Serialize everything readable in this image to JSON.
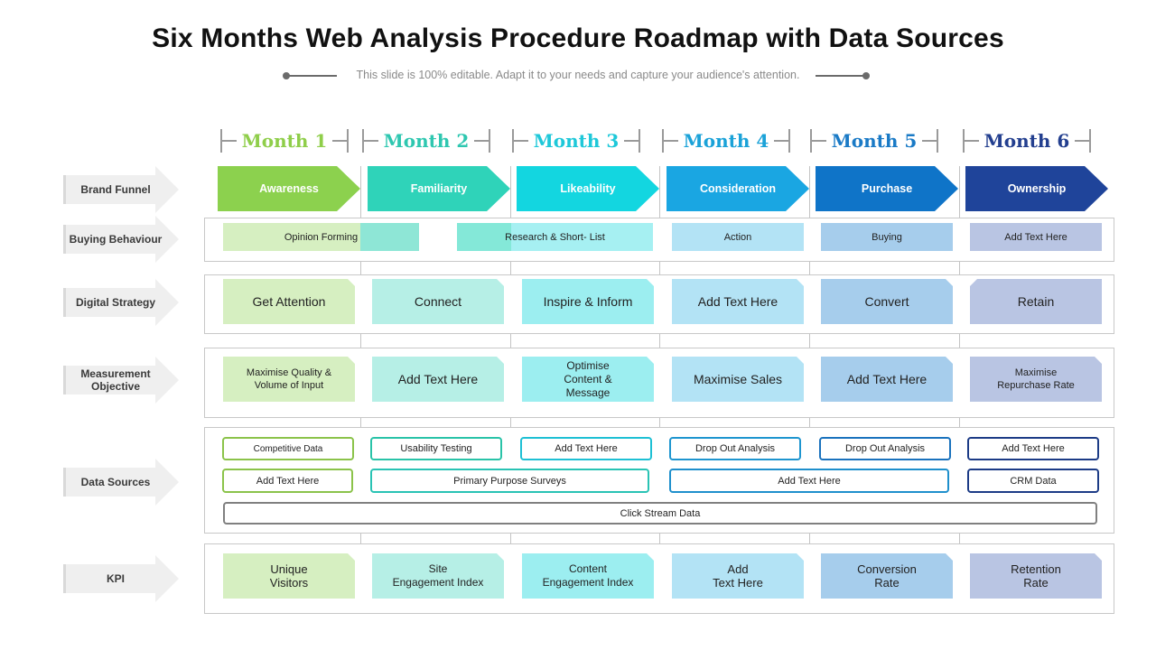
{
  "title": "Six Months Web Analysis Procedure Roadmap with Data Sources",
  "subtitle": "This slide is 100% editable. Adapt it to your needs and capture your audience's attention.",
  "colors": {
    "month_text": [
      "#8fce4a",
      "#2ec7b0",
      "#1ec8d9",
      "#1aa2d8",
      "#1a7ac6",
      "#233f8f"
    ],
    "chevron": [
      "#8cd14e",
      "#2fd3b9",
      "#13d6e0",
      "#1aa6e2",
      "#0f74c8",
      "#1f449a"
    ],
    "pastel": [
      "#d6efc1",
      "#b6efe6",
      "#9ceef0",
      "#b3e3f5",
      "#a6cdec",
      "#b9c5e3"
    ],
    "pill_border": [
      "#8bc34a",
      "#29c3a8",
      "#1ec0d4",
      "#1e95cf",
      "#1a72bd",
      "#1c3b86"
    ]
  },
  "months": [
    "Month 1",
    "Month 2",
    "Month 3",
    "Month 4",
    "Month 5",
    "Month 6"
  ],
  "row_labels": {
    "brand_funnel": "Brand Funnel",
    "buying_behaviour": "Buying Behaviour",
    "digital_strategy": "Digital Strategy",
    "measurement_objective": "Measurement Objective",
    "data_sources": "Data Sources",
    "kpi": "KPI"
  },
  "brand_funnel": [
    "Awareness",
    "Familiarity",
    "Likeability",
    "Consideration",
    "Purchase",
    "Ownership"
  ],
  "buying_behaviour": {
    "opinion_forming": "Opinion Forming",
    "research": "Research & Short- List",
    "action": "Action",
    "buying": "Buying",
    "add_text": "Add Text Here"
  },
  "digital_strategy": [
    "Get Attention",
    "Connect",
    "Inspire & Inform",
    "Add Text Here",
    "Convert",
    "Retain"
  ],
  "measurement_objective": [
    [
      "Maximise Quality &",
      "Volume of Input"
    ],
    [
      "Add Text Here"
    ],
    [
      "Optimise",
      "Content &",
      "Message"
    ],
    [
      "Maximise Sales"
    ],
    [
      "Add Text Here"
    ],
    [
      "Maximise",
      "Repurchase Rate"
    ]
  ],
  "data_sources": {
    "row1": [
      "Competitive Data",
      "Usability Testing",
      "Add Text Here",
      "Drop Out Analysis",
      "Drop Out Analysis",
      "Add Text Here"
    ],
    "row2": {
      "m1": "Add Text Here",
      "m2_m3": "Primary Purpose Surveys",
      "m4_m5": "Add Text Here",
      "m6": "CRM  Data"
    },
    "row3": "Click Stream Data"
  },
  "kpi": [
    [
      "Unique",
      "Visitors"
    ],
    [
      "Site",
      "Engagement Index"
    ],
    [
      "Content",
      "Engagement Index"
    ],
    [
      "Add",
      "Text Here"
    ],
    [
      "Conversion",
      "Rate"
    ],
    [
      "Retention",
      "Rate"
    ]
  ]
}
